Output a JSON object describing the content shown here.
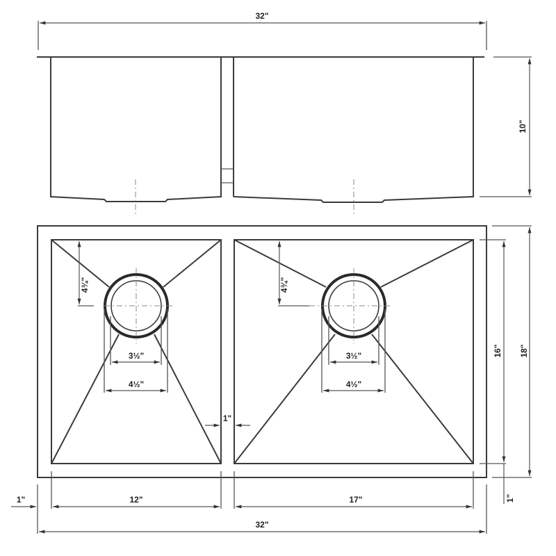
{
  "drawing": {
    "title": "Double bowl undermount sink dimension drawing",
    "colors": {
      "line": "#3a3a3a",
      "dimension": "#555555",
      "background": "#ffffff"
    },
    "side_view": {
      "overall_width_label": "32\"",
      "depth_label": "10\""
    },
    "top_view": {
      "overall_width_label": "32\"",
      "overall_depth_label": "18\"",
      "bowl_depth_label": "16\"",
      "front_margin_label": "1\"",
      "left_margin_label": "1\"",
      "divider_width_label": "1\"",
      "left_bowl": {
        "width_label": "12\"",
        "drain_offset_label": "4¾\"",
        "drain_inner_label": "3½\"",
        "drain_outer_label": "4½\""
      },
      "right_bowl": {
        "width_label": "17\"",
        "drain_offset_label": "4¾\"",
        "drain_inner_label": "3½\"",
        "drain_outer_label": "4½\""
      }
    }
  }
}
